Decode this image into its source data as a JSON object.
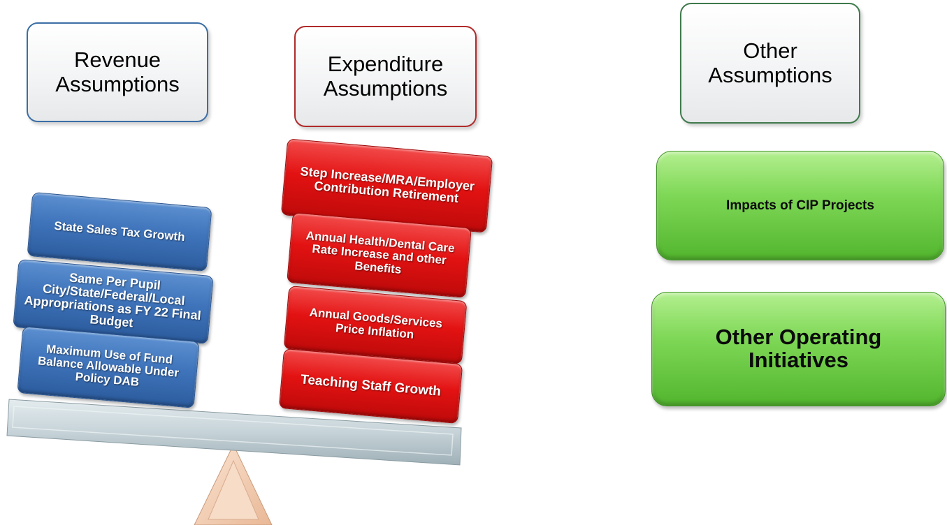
{
  "headers": {
    "revenue": "Revenue\nAssumptions",
    "expenditure": "Expenditure\nAssumptions",
    "other": "Other\nAssumptions"
  },
  "revenue_blocks": [
    "State Sales Tax Growth",
    "Same Per Pupil City/State/Federal/Local Appropriations as FY 22 Final Budget",
    "Maximum Use of Fund Balance Allowable Under Policy DAB"
  ],
  "expenditure_blocks": [
    "Step Increase/MRA/Employer Contribution Retirement",
    "Annual Health/Dental Care Rate Increase and other Benefits",
    "Annual Goods/Services Price Inflation",
    "Teaching Staff Growth"
  ],
  "other_blocks": [
    "Impacts of CIP Projects",
    "Other Operating Initiatives"
  ],
  "colors": {
    "revenue": "#3f74bb",
    "expenditure": "#e31212",
    "other": "#7fd857",
    "beam": "#c9d5da",
    "fulcrum": "#f4cfb3"
  }
}
